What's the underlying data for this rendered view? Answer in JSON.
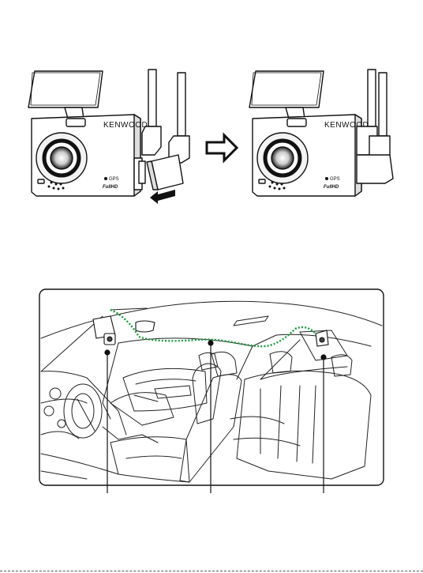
{
  "top_figure": {
    "devices": [
      {
        "brand": "KENWOOD",
        "gps_badge": "GPS",
        "hd_badge": "FullHD"
      },
      {
        "brand": "KENWOOD",
        "gps_badge": "GPS",
        "hd_badge": "FullHD"
      }
    ],
    "icons": [
      "insert-arrow-icon",
      "next-step-arrow-icon"
    ]
  },
  "bottom_figure": {
    "cable_color": "#1a9a3c",
    "callout_lines": 3
  }
}
